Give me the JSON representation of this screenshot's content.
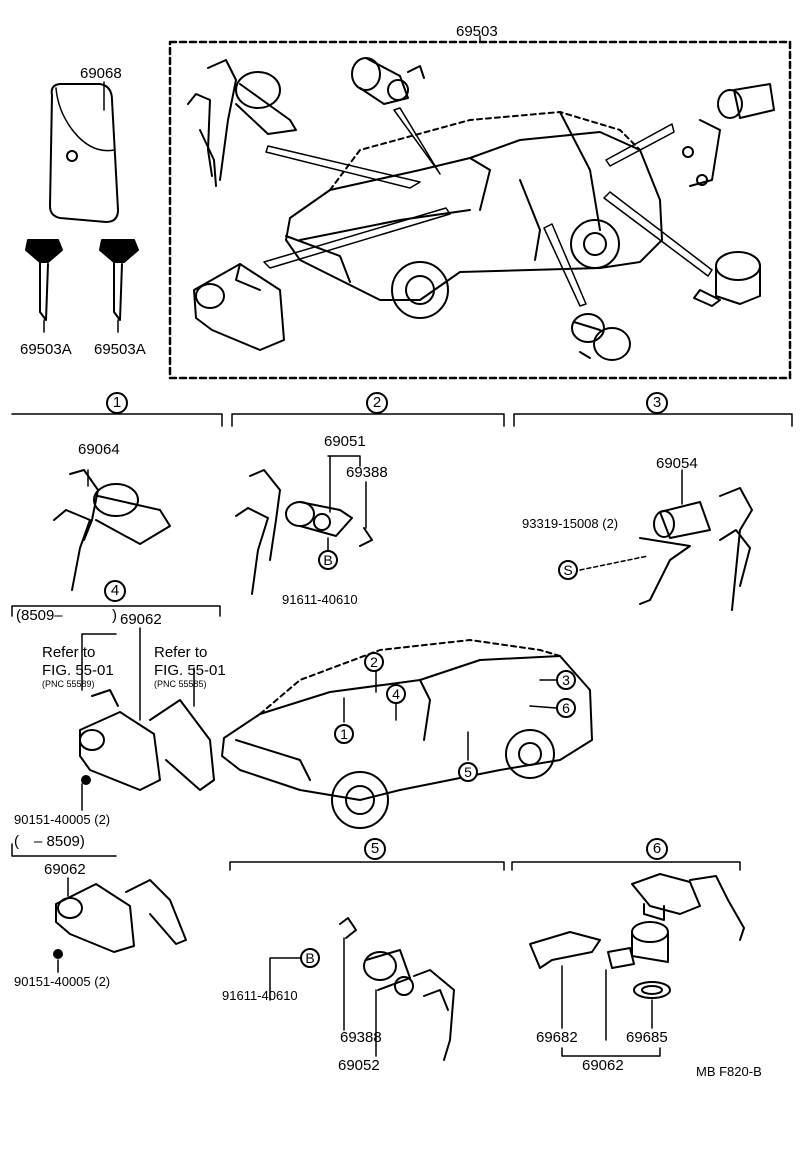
{
  "diagram": {
    "top_group_label": "69503",
    "key_case_label": "69068",
    "key_labels": [
      "69503A",
      "69503A"
    ],
    "section_markers": [
      "1",
      "2",
      "3",
      "4",
      "5",
      "6"
    ],
    "section1": {
      "part": "69064"
    },
    "section2": {
      "parts": [
        "69051",
        "69388"
      ],
      "bolt": "91611-40610",
      "bolt_mark": "B"
    },
    "section3": {
      "part": "69054",
      "screw": "93319-15008 (2)",
      "screw_mark": "S"
    },
    "section4": {
      "range_after": "(8509–",
      "range_close": ")",
      "part": "69062",
      "refer_a": {
        "line1": "Refer to",
        "line2": "FIG. 55-01",
        "pnc": "(PNC 55589)"
      },
      "refer_b": {
        "line1": "Refer to",
        "line2": "FIG. 55-01",
        "pnc": "(PNC 55585)"
      },
      "bolt": "90151-40005 (2)",
      "range_before": "( – 8509)",
      "part_lower": "69062",
      "bolt_lower": "90151-40005 (2)"
    },
    "section5": {
      "bolt": "91611-40610",
      "bolt_mark": "B",
      "parts": [
        "69388",
        "69052"
      ]
    },
    "section6": {
      "parts": [
        "69682",
        "69685"
      ],
      "group": "69062"
    },
    "footer_code": "MB  F820-B"
  }
}
